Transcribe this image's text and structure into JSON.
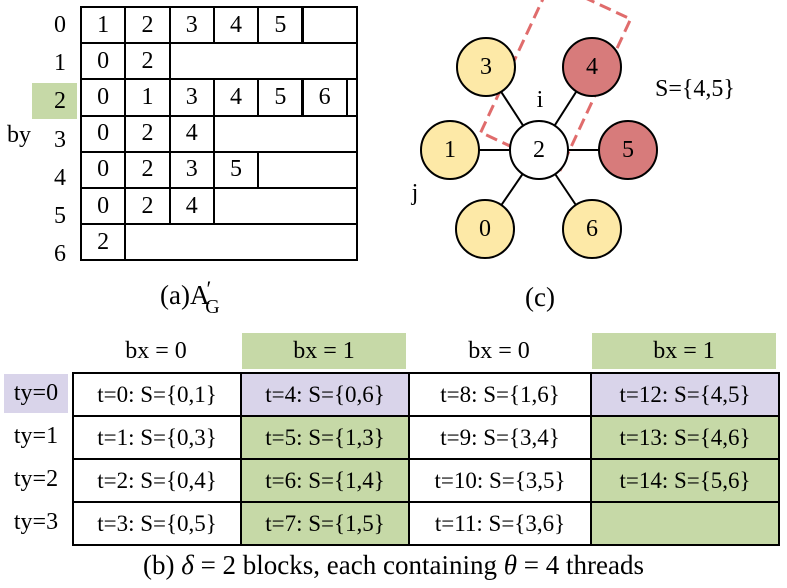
{
  "panel_a": {
    "by_label": "by",
    "rows": [
      {
        "index": "0",
        "cells": [
          "1",
          "2",
          "3",
          "4",
          "5"
        ]
      },
      {
        "index": "1",
        "cells": [
          "0",
          "2"
        ]
      },
      {
        "index": "2",
        "cells": [
          "0",
          "1",
          "3",
          "4",
          "5",
          "6"
        ]
      },
      {
        "index": "3",
        "cells": [
          "0",
          "2",
          "4"
        ]
      },
      {
        "index": "4",
        "cells": [
          "0",
          "2",
          "3",
          "5"
        ]
      },
      {
        "index": "5",
        "cells": [
          "0",
          "2",
          "4"
        ]
      },
      {
        "index": "6",
        "cells": [
          "2"
        ]
      }
    ],
    "caption_prefix": "(a)",
    "caption_A": "A",
    "caption_prime": "′",
    "caption_sub": "G"
  },
  "panel_c": {
    "center": "2",
    "center_label": "i",
    "neighbor_label": "j",
    "nodes": {
      "n3": "3",
      "n4": "4",
      "n1": "1",
      "n5": "5",
      "n0": "0",
      "n6": "6"
    },
    "set_label": "S={4,5}",
    "caption": "(c)",
    "colors": {
      "yellow": "#fde9a7",
      "red": "#d77b7b",
      "highlight": "#c6d9a7",
      "dash": "#e06c6c"
    }
  },
  "panel_b": {
    "headers": [
      "bx = 0",
      "bx = 1",
      "bx = 0",
      "bx = 1"
    ],
    "row_labels": [
      "ty=0",
      "ty=1",
      "ty=2",
      "ty=3"
    ],
    "cells": [
      [
        "t=0: S={0,1}",
        "t=4: S={0,6}",
        "t=8: S={1,6}",
        "t=12: S={4,5}"
      ],
      [
        "t=1: S={0,3}",
        "t=5: S={1,3}",
        "t=9: S={3,4}",
        "t=13: S={4,6}"
      ],
      [
        "t=2: S={0,4}",
        "t=6: S={1,4}",
        "t=10: S={3,5}",
        "t=14: S={5,6}"
      ],
      [
        "t=3: S={0,5}",
        "t=7: S={1,5}",
        "t=11: S={3,6}",
        ""
      ]
    ],
    "caption_1": "(b) ",
    "caption_delta": "δ",
    "caption_2": " = 2 blocks, each containing ",
    "caption_theta": "θ",
    "caption_3": " = 4 threads",
    "colors": {
      "green": "#c6d9a7",
      "lavender": "#d9d4ea"
    }
  }
}
